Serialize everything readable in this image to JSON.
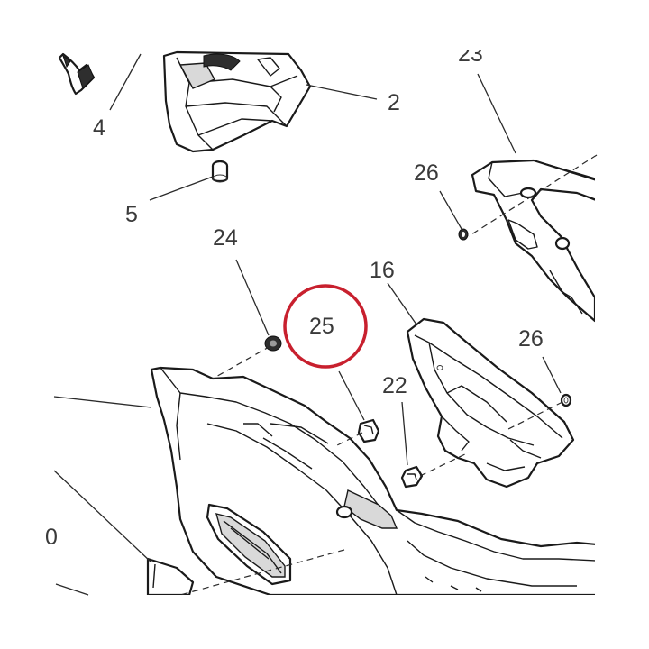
{
  "diagram": {
    "highlight_color": "#c8202e",
    "line_color": "#2a2a2a",
    "labels": {
      "part_4": "4",
      "part_2": "2",
      "part_5": "5",
      "part_23_partial": "23",
      "part_26_top": "26",
      "part_24": "24",
      "part_25": "25",
      "part_16": "16",
      "part_26_right": "26",
      "part_22": "22",
      "part_left_partial": "0"
    },
    "highlighted_part": "25"
  }
}
